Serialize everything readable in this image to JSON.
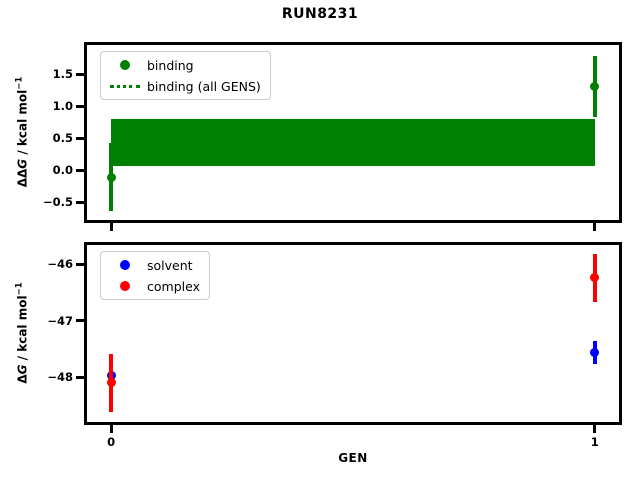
{
  "title": "RUN8231",
  "xlabel": "GEN",
  "background": "#ffffff",
  "axis_color": "#000000",
  "chart_data": [
    {
      "type": "scatter",
      "panel": "top",
      "ylabel": "ΔΔG / kcal mol−1",
      "ylabel_parts": {
        "prefix": "ΔΔ",
        "sym": "G",
        "unit": " / kcal mol",
        "sup": "−1"
      },
      "xlim": [
        -0.05,
        1.05
      ],
      "ylim": [
        -0.78,
        1.96
      ],
      "yticks": [
        1.5,
        1.0,
        0.5,
        0.0,
        -0.5
      ],
      "ytick_labels": [
        "1.5",
        "1.0",
        "0.5",
        "0.0",
        "−0.5"
      ],
      "xticks": [
        0,
        1
      ],
      "grid": false,
      "legend_position": "upper-left",
      "series": [
        {
          "name": "binding",
          "color": "#008000",
          "marker": "circle",
          "x": [
            0,
            1
          ],
          "y": [
            -0.11,
            1.31
          ],
          "yerr": [
            0.53,
            0.48
          ]
        }
      ],
      "band": {
        "name": "binding (all GENS)",
        "color": "#008000",
        "x_start": 0,
        "x_end": 1,
        "y_min": 0.07,
        "y_max": 0.8
      },
      "legend": [
        {
          "label": "binding",
          "glyph": "dot",
          "color": "#008000"
        },
        {
          "label": "binding (all GENS)",
          "glyph": "dotted-line",
          "color": "#008000"
        }
      ]
    },
    {
      "type": "scatter",
      "panel": "bottom",
      "ylabel": "ΔG / kcal mol−1",
      "ylabel_parts": {
        "prefix": "Δ",
        "sym": "G",
        "unit": " / kcal mol",
        "sup": "−1"
      },
      "xlim": [
        -0.05,
        1.05
      ],
      "ylim": [
        -48.79,
        -45.66
      ],
      "yticks": [
        -46,
        -47,
        -48
      ],
      "ytick_labels": [
        "−46",
        "−47",
        "−48"
      ],
      "xticks": [
        0,
        1
      ],
      "xtick_labels": [
        "0",
        "1"
      ],
      "grid": false,
      "legend_position": "upper-left",
      "series": [
        {
          "name": "solvent",
          "color": "#0000ff",
          "marker": "circle",
          "x": [
            0,
            1
          ],
          "y": [
            -47.97,
            -47.56
          ],
          "yerr": [
            0.26,
            0.21
          ]
        },
        {
          "name": "complex",
          "color": "#ff0000",
          "marker": "circle",
          "x": [
            0,
            1
          ],
          "y": [
            -48.1,
            -46.24
          ],
          "yerr": [
            0.52,
            0.42
          ]
        }
      ],
      "legend": [
        {
          "label": "solvent",
          "glyph": "dot",
          "color": "#0000ff"
        },
        {
          "label": "complex",
          "glyph": "dot",
          "color": "#ff0000"
        }
      ]
    }
  ]
}
